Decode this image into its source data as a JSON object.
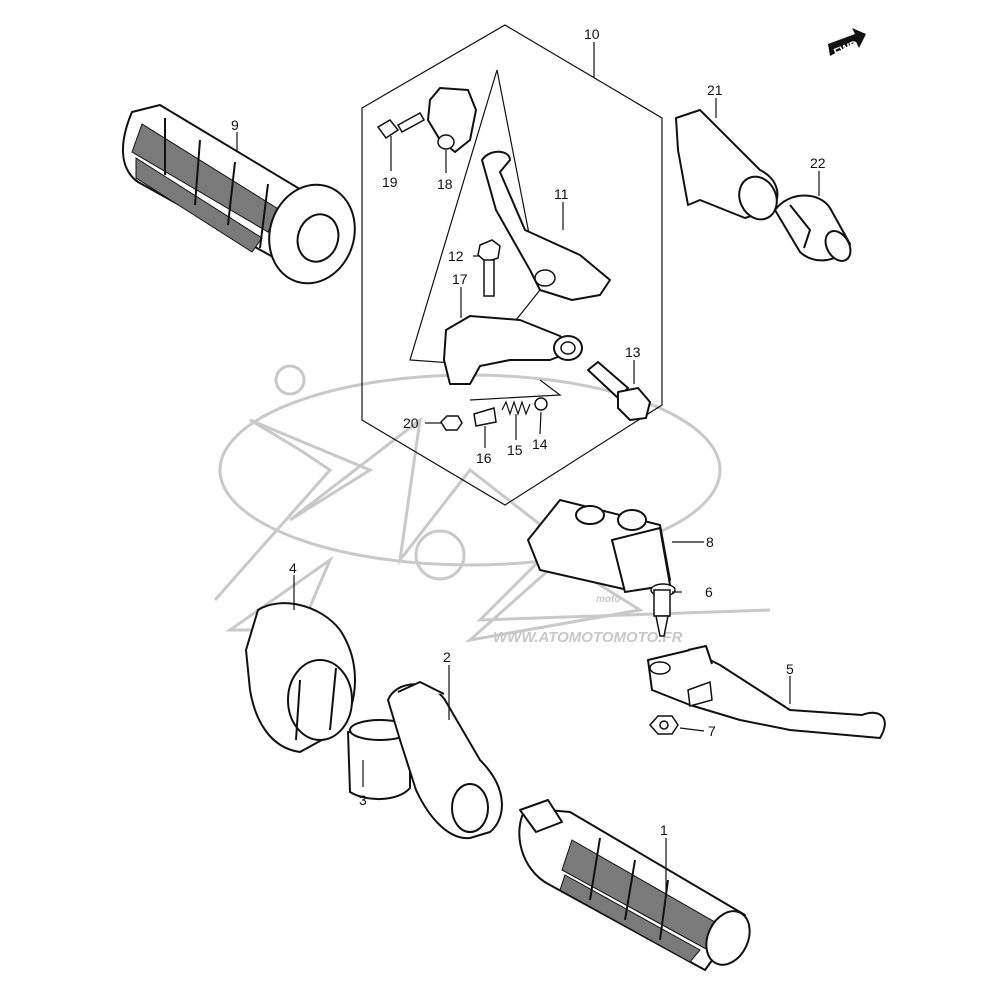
{
  "watermark": {
    "site": "WWW.ATOMOTOMOTO.FR",
    "brand_small": "moto"
  },
  "direction_badge": "FWD",
  "callouts": [
    {
      "id": "1",
      "label": "1"
    },
    {
      "id": "2",
      "label": "2"
    },
    {
      "id": "3",
      "label": "3"
    },
    {
      "id": "4",
      "label": "4"
    },
    {
      "id": "5",
      "label": "5"
    },
    {
      "id": "6",
      "label": "6"
    },
    {
      "id": "7",
      "label": "7"
    },
    {
      "id": "8",
      "label": "8"
    },
    {
      "id": "9",
      "label": "9"
    },
    {
      "id": "10",
      "label": "10"
    },
    {
      "id": "11",
      "label": "11"
    },
    {
      "id": "12",
      "label": "12"
    },
    {
      "id": "13",
      "label": "13"
    },
    {
      "id": "14",
      "label": "14"
    },
    {
      "id": "15",
      "label": "15"
    },
    {
      "id": "16",
      "label": "16"
    },
    {
      "id": "17",
      "label": "17"
    },
    {
      "id": "18",
      "label": "18"
    },
    {
      "id": "19",
      "label": "19"
    },
    {
      "id": "20",
      "label": "20"
    },
    {
      "id": "21",
      "label": "21"
    },
    {
      "id": "22",
      "label": "22"
    }
  ]
}
